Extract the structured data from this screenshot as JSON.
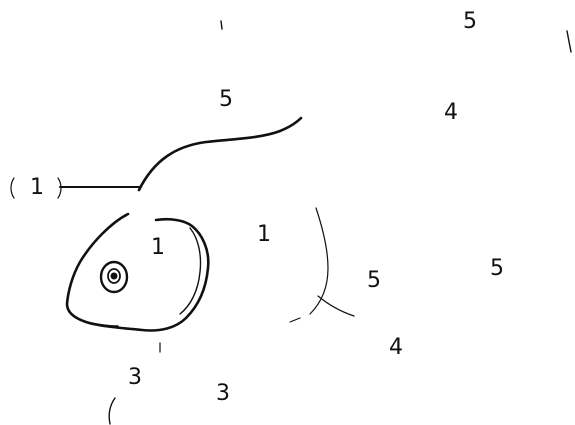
{
  "labels": {
    "n1": "5",
    "n2": "5",
    "n3": "4",
    "n4": "1",
    "n5": "1",
    "n6": "1",
    "n7": "5",
    "n8": "5",
    "n9": "4",
    "n10": "3",
    "n11": "3"
  },
  "colors": {
    "ink": "#111111",
    "background": "#ffffff"
  }
}
